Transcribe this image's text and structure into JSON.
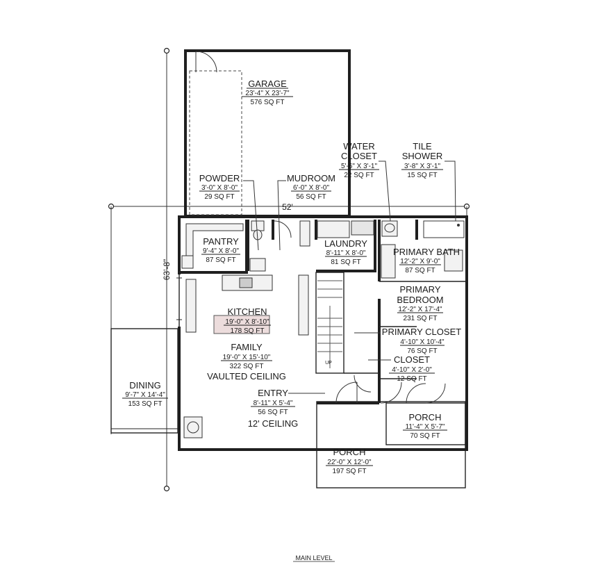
{
  "title": "MAIN LEVEL",
  "dimensions": {
    "overall_width": "52'",
    "overall_depth": "63'-8\""
  },
  "rooms": [
    {
      "id": "garage",
      "name": "GARAGE",
      "dims": "23'-4\" X 23'-7\"",
      "area": "576 SQ FT"
    },
    {
      "id": "water-closet",
      "name": "WATER CLOSET",
      "dims": "5'-6\" X 3'-1\"",
      "area": "22 SQ FT"
    },
    {
      "id": "tile-shower",
      "name": "TILE SHOWER",
      "dims": "3'-8\" X 3'-1\"",
      "area": "15 SQ FT"
    },
    {
      "id": "powder",
      "name": "POWDER",
      "dims": "3'-0\" X 8'-0\"",
      "area": "29 SQ FT"
    },
    {
      "id": "mudroom",
      "name": "MUDROOM",
      "dims": "6'-0\" X 8'-0\"",
      "area": "56 SQ FT"
    },
    {
      "id": "pantry",
      "name": "PANTRY",
      "dims": "9'-4\" X 8'-0\"",
      "area": "87 SQ FT"
    },
    {
      "id": "laundry",
      "name": "LAUNDRY",
      "dims": "8'-11\" X 8'-0\"",
      "area": "81 SQ FT"
    },
    {
      "id": "primary-bath",
      "name": "PRIMARY BATH",
      "dims": "12'-2\" X 9'-0\"",
      "area": "87 SQ FT"
    },
    {
      "id": "primary-bedroom",
      "name": "PRIMARY BEDROOM",
      "dims": "12'-2\" X 17'-4\"",
      "area": "231 SQ FT"
    },
    {
      "id": "kitchen",
      "name": "KITCHEN",
      "dims": "19'-0\" X 8'-10\"",
      "area": "178 SQ FT"
    },
    {
      "id": "primary-closet",
      "name": "PRIMARY CLOSET",
      "dims": "4'-10\" X 10'-4\"",
      "area": "76 SQ FT"
    },
    {
      "id": "family",
      "name": "FAMILY",
      "dims": "19'-0\" X 15'-10\"",
      "area": "322 SQ FT",
      "note": "VAULTED CEILING"
    },
    {
      "id": "closet",
      "name": "CLOSET",
      "dims": "4'-10\" X 2'-0\"",
      "area": "12 SQ FT"
    },
    {
      "id": "dining",
      "name": "DINING",
      "dims": "9'-7\" X 14'-4\"",
      "area": "153 SQ FT"
    },
    {
      "id": "entry",
      "name": "ENTRY",
      "dims": "8'-11\" X 5'-4\"",
      "area": "56 SQ FT",
      "note": "12' CEILING"
    },
    {
      "id": "porch-side",
      "name": "PORCH",
      "dims": "11'-4\" X 5'-7\"",
      "area": "70 SQ FT"
    },
    {
      "id": "porch-front",
      "name": "PORCH",
      "dims": "22'-0\" X 12'-0\"",
      "area": "197 SQ FT"
    }
  ],
  "fixtures": {
    "stair_label": "UP"
  }
}
